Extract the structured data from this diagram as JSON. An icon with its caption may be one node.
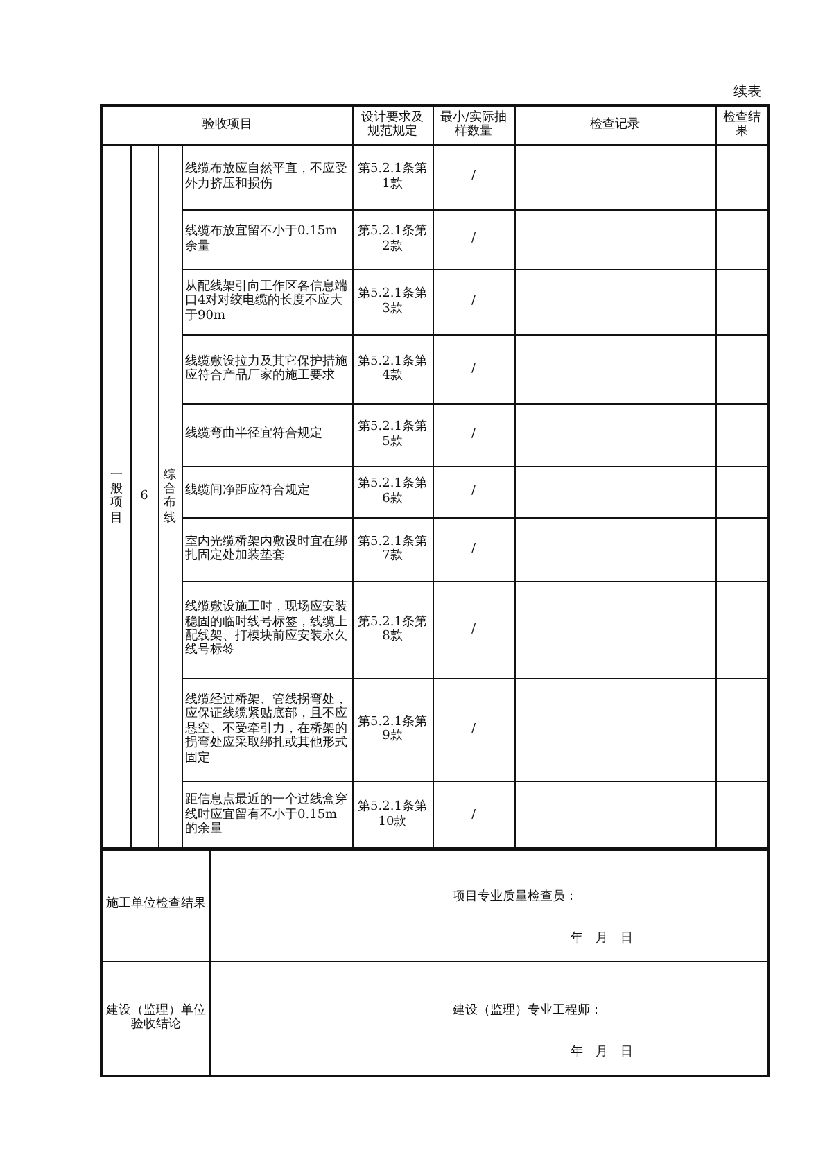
{
  "diagram": {
    "labels": [
      "续表",
      "验收项目",
      "设计要求及规范规定",
      "最小/实际抽样数量",
      "检查记录",
      "检查结果",
      "一般项目",
      "6",
      "综合布线",
      "线缆布放应自然平直，不应受外力挤压和损伤",
      "第5.2.1条第1款",
      "/",
      "线缆布放宜留不小于0.15m余量",
      "第5.2.1条第2款",
      "/",
      "从配线架引向工作区各信息端口4对对绞电缆的长度不应大于90m",
      "第5.2.1条第3款",
      "/",
      "线缆敷设拉力及其它保护措施应符合产品厂家的施工要求",
      "第5.2.1条第4款",
      "/",
      "线缆弯曲半径宜符合规定",
      "第5.2.1条第5款",
      "/",
      "线缆间净距应符合规定",
      "第5.2.1条第6款",
      "/",
      "室内光缆桥架内敷设时宜在绑扎固定处加装垫套",
      "第5.2.1条第7款",
      "/",
      "线缆敷设施工时，现场应安装稳固的临时线号标签，线缆上配线架、打模块前应安装永久线号标签",
      "第5.2.1条第8款",
      "/",
      "线缆经过桥架、管线拐弯处，应保证线缆紧贴底部，且不应悬空、不受牵引力，在桥架的拐弯处应采取绑扎或其他形式固定",
      "第5.2.1条第9款",
      "/",
      "距信息点最近的一个过线盒穿线时应宜留有不小于0.15m的余量",
      "第5.2.1条第10款",
      "/",
      "施工单位检查结果",
      "项目专业质量检查员：",
      "年　月　日",
      "建设（监理）单位验收结论",
      "建设（监理）专业工程师：",
      "年　月　日"
    ]
  }
}
